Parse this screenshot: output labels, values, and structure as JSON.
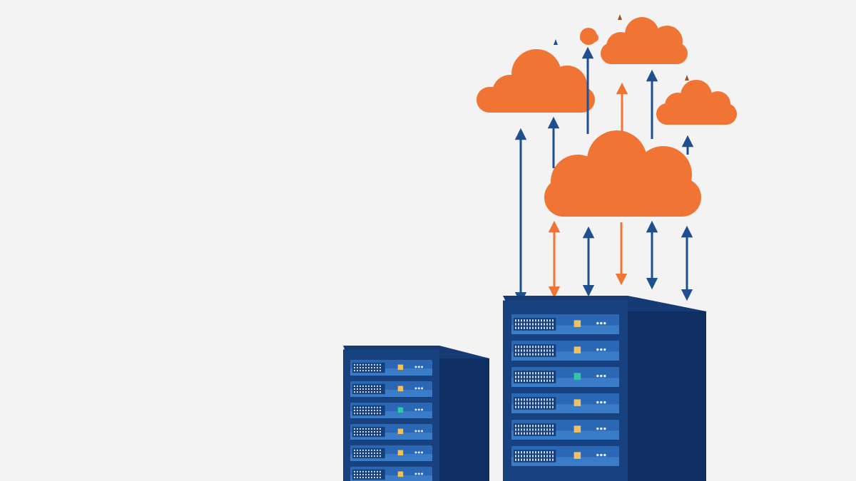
{
  "colors": {
    "background": "#f3f3f3",
    "cloud": "#f07433",
    "arrow_blue": "#1f4f8e",
    "arrow_orange": "#f07433",
    "server_front": "#18427f",
    "server_side": "#0f2f63",
    "server_top": "#163a74",
    "unit_face": "#2a68b6",
    "unit_stripe": "#3a7cc8",
    "vent": "#c8d6ea",
    "led_yellow": "#f2c15c",
    "led_green": "#2fc7a6",
    "led_white": "#e9f0fb"
  },
  "icons": {
    "clouds": "cloud-icon",
    "arrows": "arrow-icon",
    "servers": "server-rack-icon"
  },
  "server_racks": [
    {
      "name": "left-rack",
      "unit_leds": [
        "yellow",
        "yellow",
        "green",
        "yellow",
        "yellow",
        "yellow"
      ]
    },
    {
      "name": "right-rack",
      "unit_leds": [
        "yellow",
        "yellow",
        "green",
        "yellow",
        "yellow",
        "yellow"
      ]
    }
  ]
}
